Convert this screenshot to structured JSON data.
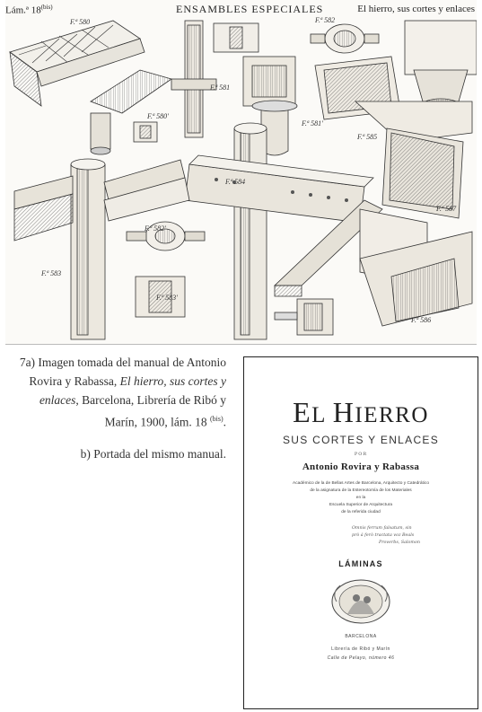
{
  "plate": {
    "lamina": "Lám.ª 18",
    "lamina_sup": "(bis)",
    "title": "ENSAMBLES ESPECIALES",
    "series": "El hierro, sus cortes y enlaces",
    "figures": [
      "F.ª 580",
      "F.ª 580'",
      "F.ª 581",
      "F.ª 581'",
      "F.ª 582",
      "F.ª 582'",
      "F.ª 583",
      "F.ª 583'",
      "F.ª 584",
      "F.ª 585",
      "F.ª 586",
      "F.ª 587"
    ]
  },
  "caption": {
    "a_prefix": "7a) Imagen tomada del manual de Antonio Rovira y Rabassa, ",
    "a_italic": "El hierro, sus cortes y enlaces",
    "a_suffix": ", Barcelona, Librería de Ribó y Marín, 1900, lám. 18 ",
    "a_sup": "(bis)",
    "a_end": ".",
    "b": "b) Portada del mismo manual."
  },
  "title_page": {
    "title_first_initial": "E",
    "title_first_rest": "L ",
    "title_second_initial": "H",
    "title_second_rest": "IERRO",
    "subtitle": "SUS CORTES Y ENLACES",
    "por": "POR",
    "author": "Antonio Rovira y Rabassa",
    "credentials": [
      "Académico de la de Bellas Artes de Barcelona, Arquitecto y Catedrático",
      "de la asignatura de la Estereotomía de los Materiales",
      "en la",
      "Escuela Superior de Arquitectura",
      "de la referida ciudad"
    ],
    "quote": [
      "Omnis ferrum falsatum, sin",
      "prò á ferò tractata voz Beals"
    ],
    "quote_source": "Proverbs, Salomon",
    "laminas": "LÁMINAS",
    "city": "BARCELONA",
    "publisher": "Librería de Ribó y Marín",
    "address": "Calle de Pelayo, número 46"
  }
}
